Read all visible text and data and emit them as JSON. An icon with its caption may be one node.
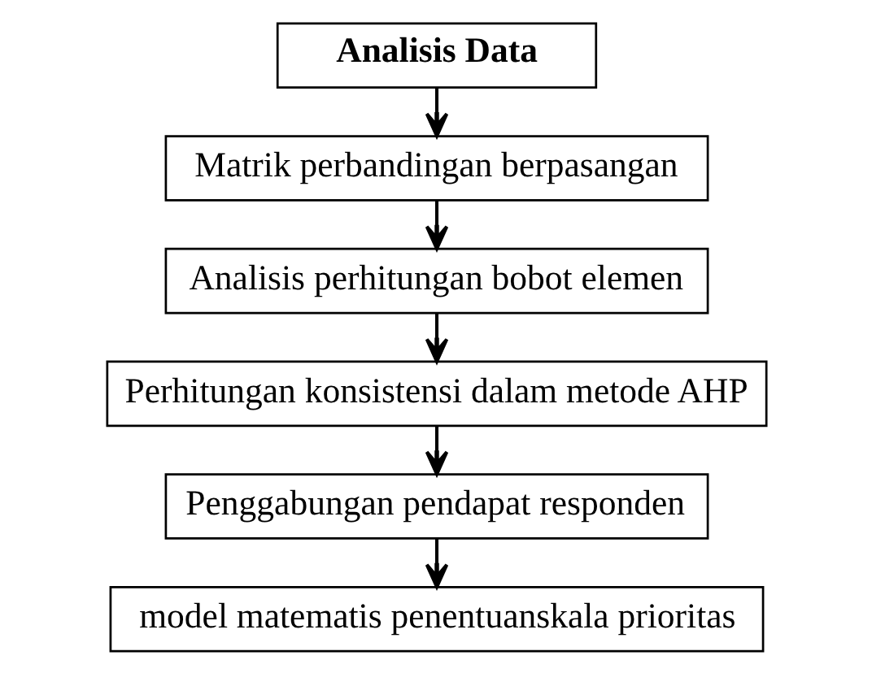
{
  "diagram": {
    "nodes": [
      {
        "text": [
          "Analisis Data"
        ]
      },
      {
        "text": [
          "Matrik perbandingan berpasangan"
        ]
      },
      {
        "text": [
          "Analisis perhitungan bobot elemen"
        ]
      },
      {
        "text": [
          "Perhitungan konsistensi dalam metode AHP"
        ]
      },
      {
        "text": [
          "Penggabungan pendapat responden"
        ]
      },
      {
        "text": [
          "model matematis penentuanskala prioritas"
        ]
      }
    ],
    "edges": [
      {
        "from": 0,
        "to": 1,
        "arrow": "to"
      },
      {
        "from": 1,
        "to": 2,
        "arrow": "to"
      },
      {
        "from": 2,
        "to": 3,
        "arrow": "to"
      },
      {
        "from": 3,
        "to": 4,
        "arrow": "to"
      },
      {
        "from": 4,
        "to": 5,
        "arrow": "to"
      }
    ]
  }
}
